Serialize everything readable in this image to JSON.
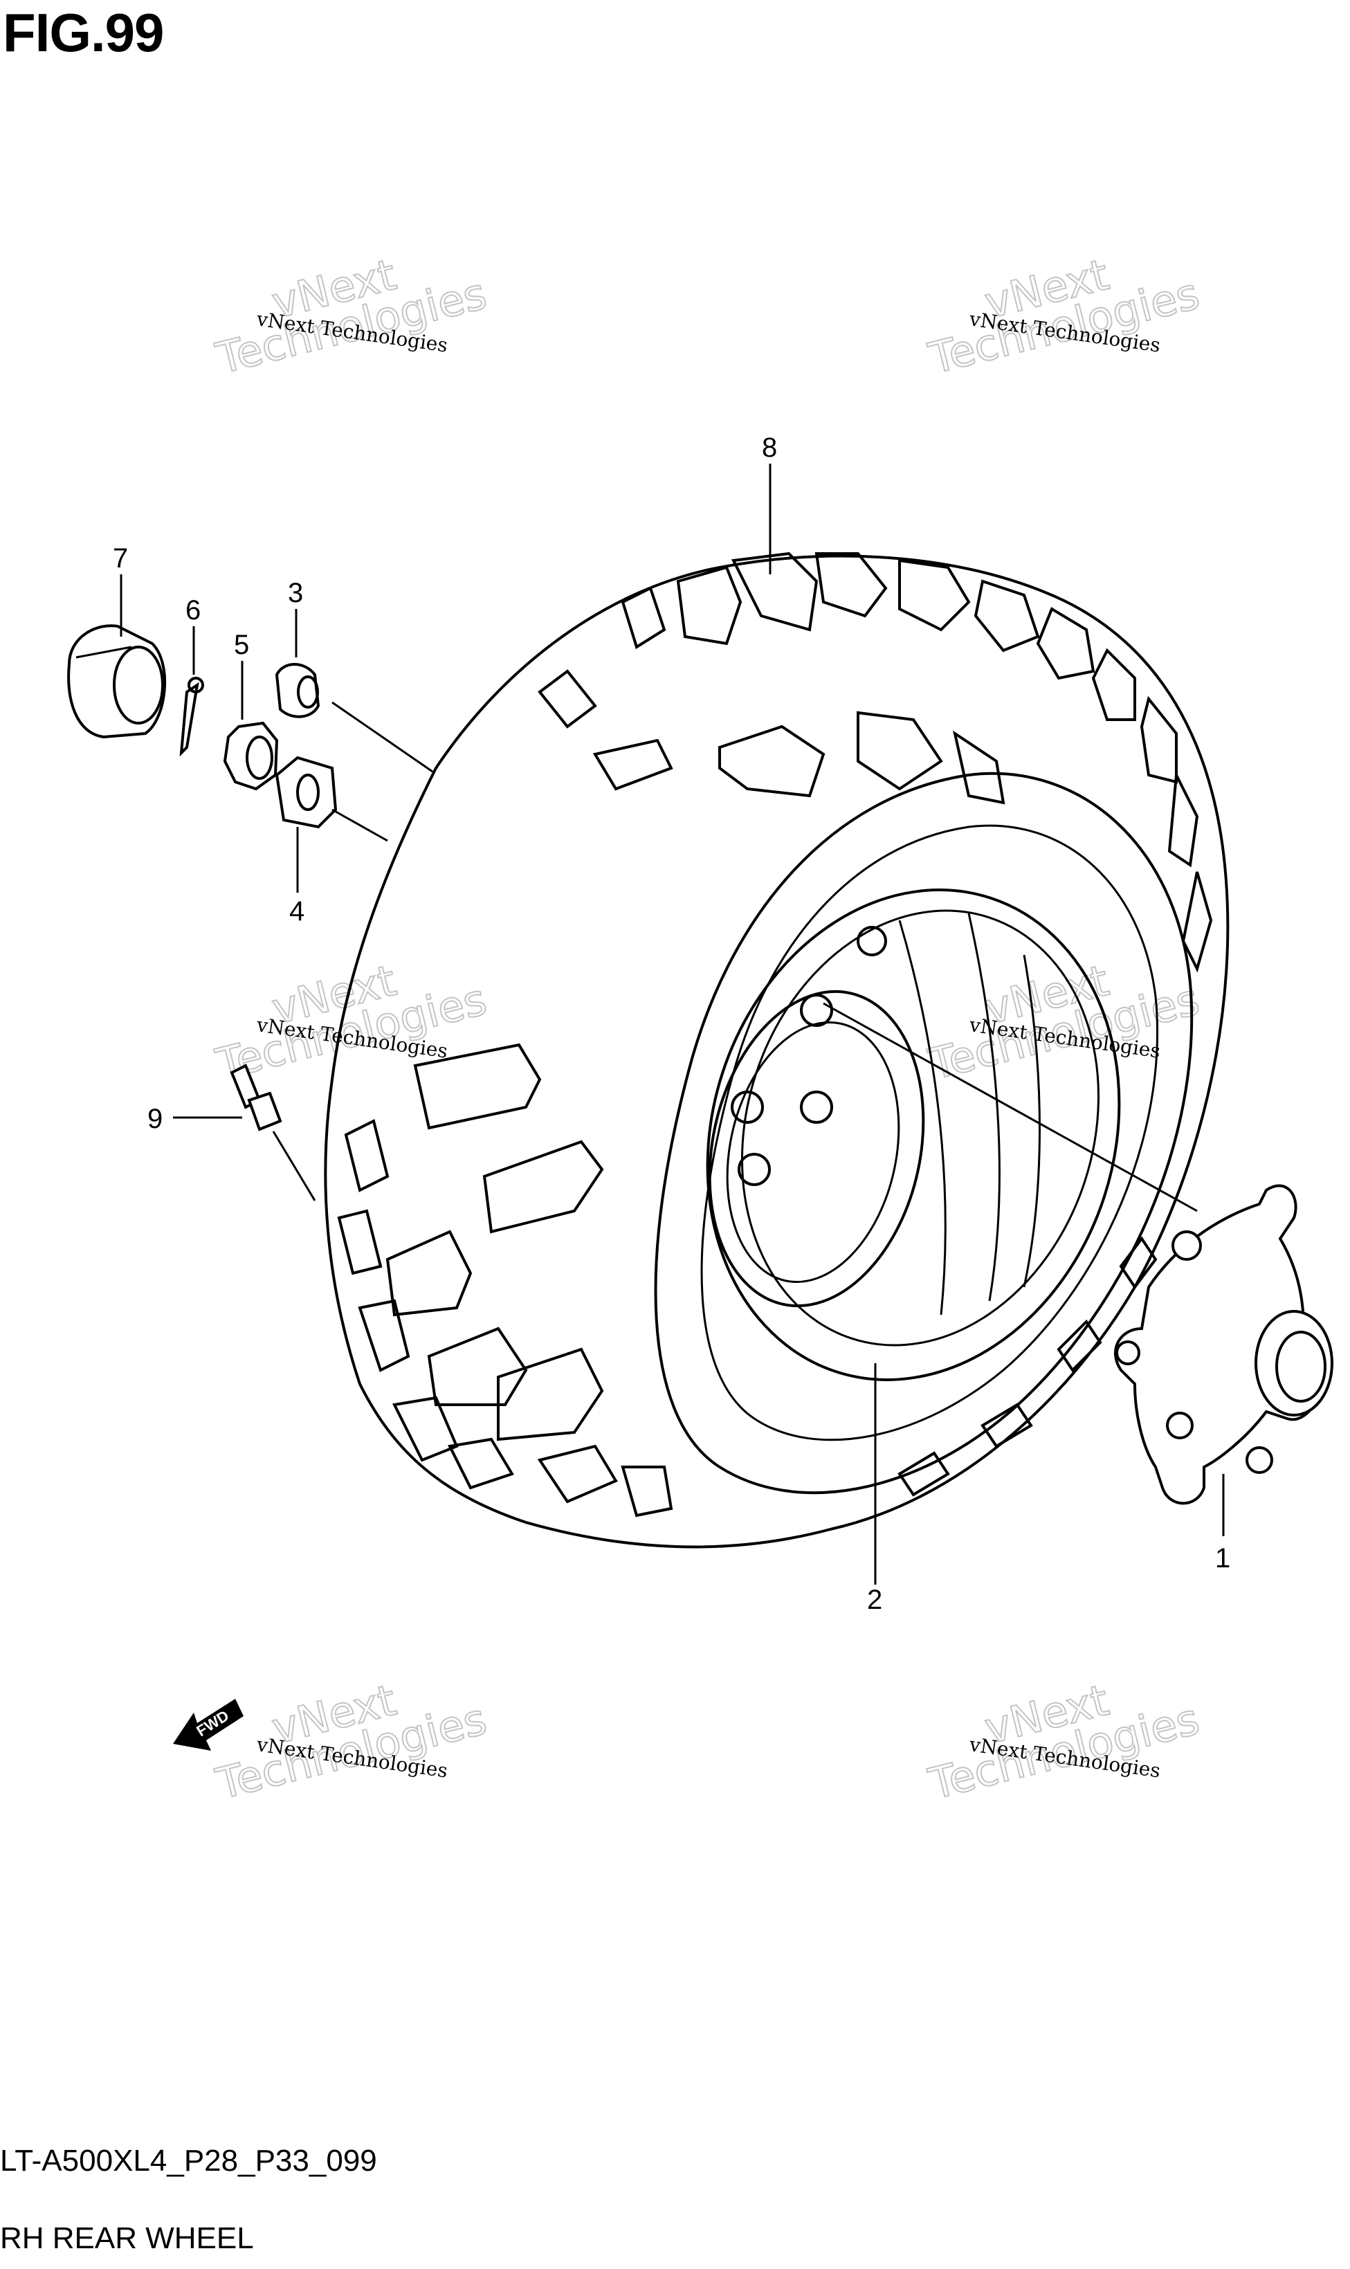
{
  "figure": {
    "title": "FIG.99",
    "code": "LT-A500XL4_P28_P33_099",
    "caption": "RH REAR WHEEL"
  },
  "callouts": [
    {
      "id": "callout-1",
      "label": "1"
    },
    {
      "id": "callout-2",
      "label": "2"
    },
    {
      "id": "callout-3",
      "label": "3"
    },
    {
      "id": "callout-4",
      "label": "4"
    },
    {
      "id": "callout-5",
      "label": "5"
    },
    {
      "id": "callout-6",
      "label": "6"
    },
    {
      "id": "callout-7",
      "label": "7"
    },
    {
      "id": "callout-8",
      "label": "8"
    },
    {
      "id": "callout-9",
      "label": "9"
    }
  ],
  "watermark": {
    "line_small": "vNext Technologies",
    "line_big_1": "vNext",
    "line_big_2": "Technologies"
  },
  "fwd_arrow": {
    "label": "FWD",
    "icon": "forward-arrow-icon"
  }
}
